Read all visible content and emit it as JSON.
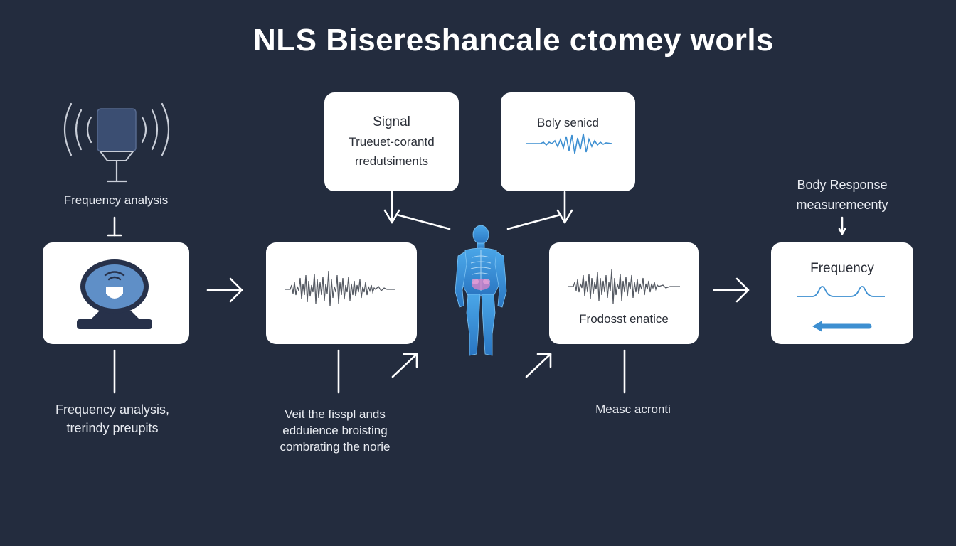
{
  "title": "NLS Bisereshancale ctomey worls",
  "colors": {
    "background": "#232c3e",
    "card": "#ffffff",
    "accent_blue": "#3d8fd1",
    "device_blue": "#3b4e72"
  },
  "cards": {
    "signal": {
      "line1": "Signal",
      "line2": "Trueuet-corantd",
      "line3": "rredutsiments"
    },
    "body_sensor": {
      "label": "Boly senicd"
    },
    "output": {
      "label": "Frodosst enatice"
    },
    "frequency": {
      "label": "Frequency"
    }
  },
  "labels": {
    "device_top": "Frequency analysis",
    "device_bottom_1": "Frequency analysis,",
    "device_bottom_2": "trerindy preupits",
    "wave_bottom_1": "Veit the fisspl ands",
    "wave_bottom_2": "edduience broisting",
    "wave_bottom_3": "combrating the norie",
    "output_bottom": "Measc acronti",
    "response_1": "Body Response",
    "response_2": "measuremeenty"
  },
  "icons": {
    "antenna": "signal-antenna-icon",
    "scanner": "scanner-device-icon",
    "body": "human-body-icon"
  }
}
